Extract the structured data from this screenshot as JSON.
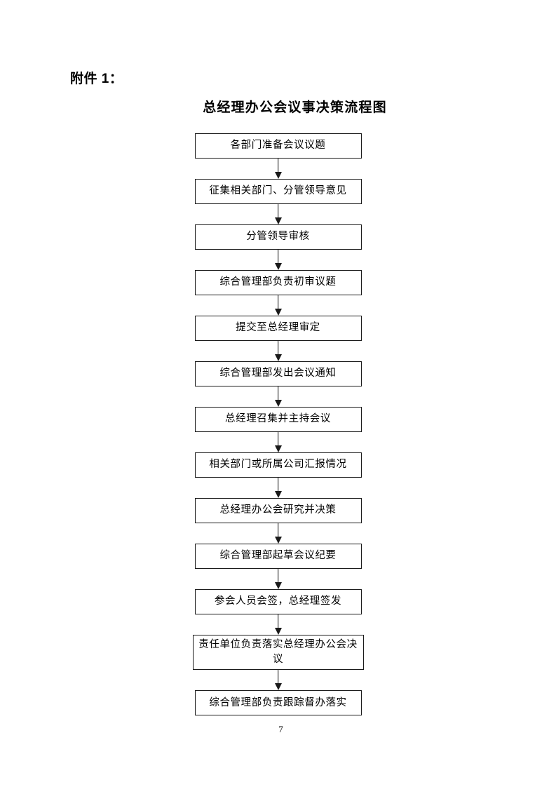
{
  "document": {
    "attachment_label": "附件 1：",
    "title": "总经理办公会议事决策流程图",
    "page_number": "7",
    "border_color": "#1a1a1a",
    "background_color": "#ffffff",
    "text_color": "#000000"
  },
  "flow": {
    "nodes": [
      {
        "id": 1,
        "label": "各部门准备会议议题"
      },
      {
        "id": 2,
        "label": "征集相关部门、分管领导意见"
      },
      {
        "id": 3,
        "label": "分管领导审核"
      },
      {
        "id": 4,
        "label": "综合管理部负责初审议题"
      },
      {
        "id": 5,
        "label": "提交至总经理审定"
      },
      {
        "id": 6,
        "label": "综合管理部发出会议通知"
      },
      {
        "id": 7,
        "label": "总经理召集并主持会议"
      },
      {
        "id": 8,
        "label": "相关部门或所属公司汇报情况"
      },
      {
        "id": 9,
        "label": "总经理办公会研究并决策"
      },
      {
        "id": 10,
        "label": "综合管理部起草会议纪要"
      },
      {
        "id": 11,
        "label": "参会人员会签，总经理签发"
      },
      {
        "id": 12,
        "label": "责任单位负责落实总经理办公会决议"
      },
      {
        "id": 13,
        "label": "综合管理部负责跟踪督办落实"
      }
    ]
  }
}
